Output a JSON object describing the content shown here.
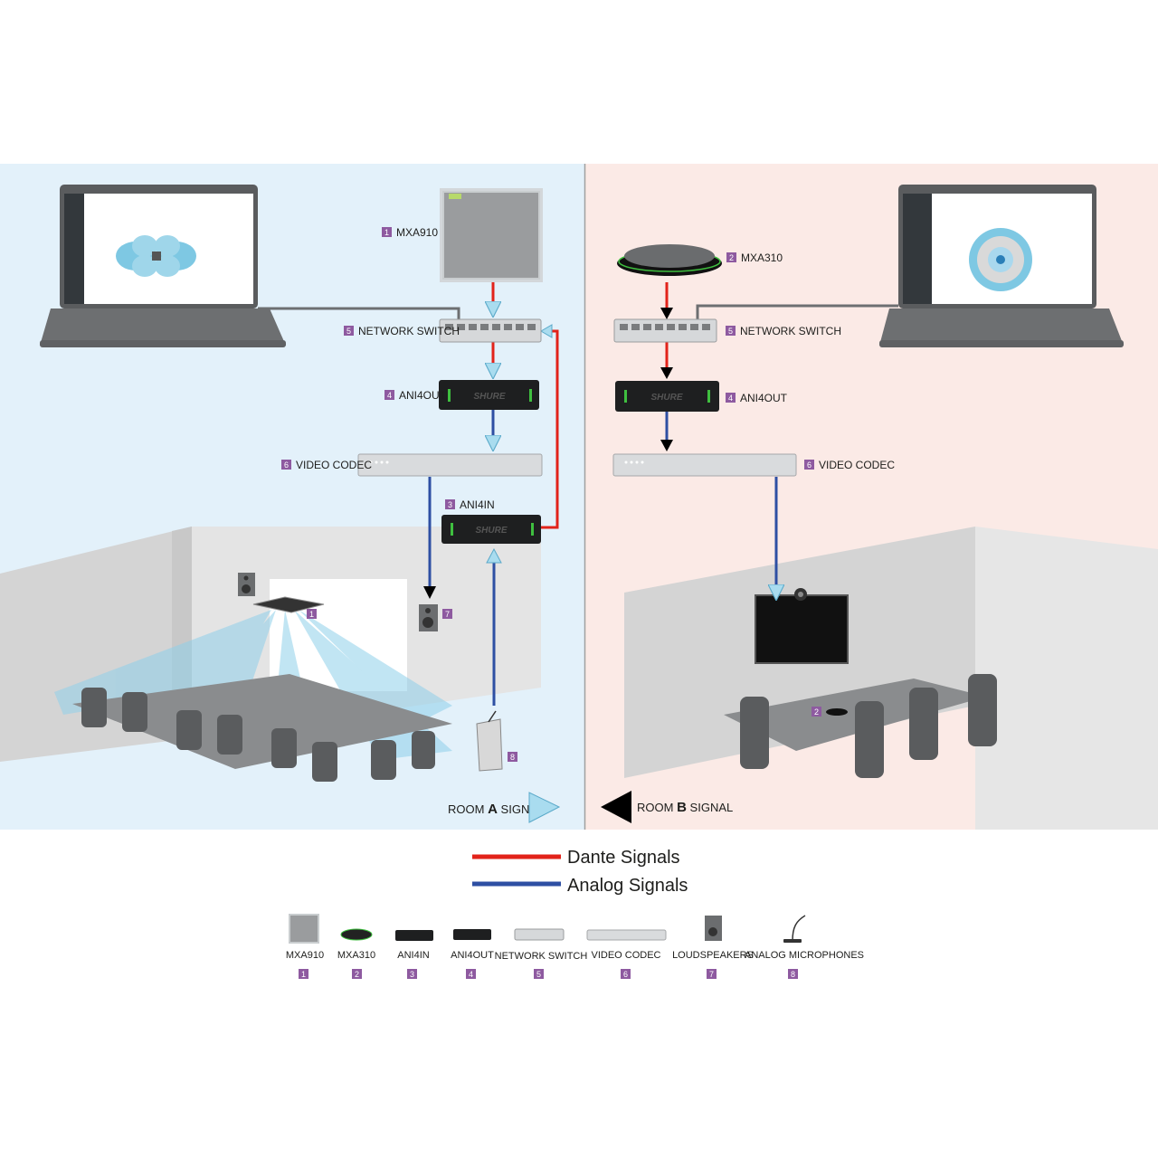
{
  "devices": {
    "mxa910": {
      "num": "1",
      "name": "MXA910"
    },
    "mxa310": {
      "num": "2",
      "name": "MXA310"
    },
    "ani4in": {
      "num": "3",
      "name": "ANI4IN"
    },
    "ani4out": {
      "num": "4",
      "name": "ANI4OUT"
    },
    "network_switch": {
      "num": "5",
      "name": "NETWORK SWITCH"
    },
    "video_codec": {
      "num": "6",
      "name": "VIDEO CODEC"
    },
    "loudspeakers": {
      "num": "7",
      "name": "LOUDSPEAKERS"
    },
    "analog_microphones": {
      "num": "8",
      "name": "ANALOG MICROPHONES"
    }
  },
  "brand_text": "SHURE",
  "room_a": {
    "prefix": "ROOM",
    "letter": "A",
    "suffix": "SIGNAL"
  },
  "room_b": {
    "prefix": "ROOM",
    "letter": "B",
    "suffix": "SIGNAL"
  },
  "legend": {
    "dante": {
      "label": "Dante Signals",
      "color": "#e2231a"
    },
    "analog": {
      "label": "Analog Signals",
      "color": "#2e4fa3"
    }
  },
  "colors": {
    "room_a_bg": "#e3f1fa",
    "room_b_bg": "#fbeae6",
    "badge": "#8e5aa0",
    "arrow_room_a": "#a9dcef",
    "arrow_room_b": "#000000"
  }
}
